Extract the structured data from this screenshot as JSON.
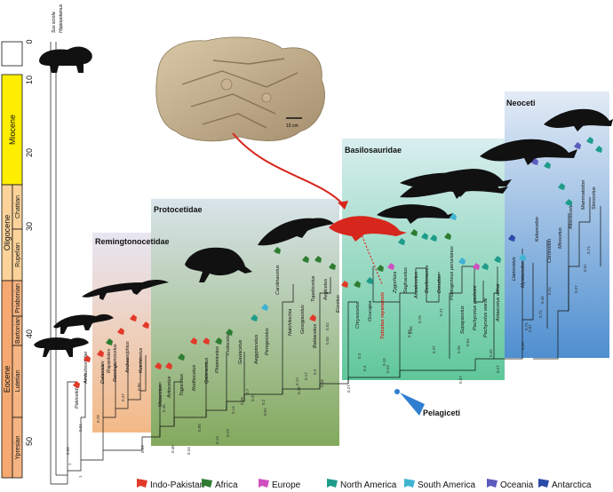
{
  "timescale": {
    "ticks": [
      "0",
      "10",
      "20",
      "30",
      "40",
      "50"
    ],
    "epochs": [
      "Miocene",
      "Oligocene",
      "Eocene"
    ],
    "stages": [
      "Chattian",
      "Rupelian",
      "Priabonian",
      "Bartonian",
      "Lutetian",
      "Ypresian"
    ]
  },
  "outgroups": [
    "Sus scrofa",
    "Hippopotamus"
  ],
  "groups": [
    "Remingtonocetidae",
    "Protocetidae",
    "Basilosauridae",
    "Neoceti",
    "Pelagiceti"
  ],
  "scale_bar": "10 cm",
  "taxa": {
    "pakicetidae": "Pakicetidae",
    "ambulocetidae": "Ambulocetidae",
    "dalanistes": "Dalanistes",
    "remingtonocetus": "Remingtonocetus",
    "rayanistes": "Rayanistes",
    "andrewsiphius": "Andrewsiphius",
    "kutchicetus": "Kutchicetus",
    "maiacetus": "Maiacetus",
    "artiocetus": "Artiocetus",
    "togocetus": "Togocetus",
    "rodhocetus": "Rodhocetus",
    "qaisracetus": "Qaisracetus",
    "phiomicetus": "Phiomicetus",
    "protocetus": "Protocetus",
    "gaviacetus": "Gaviacetus",
    "aegyptocetus": "Aegyptocetus",
    "peregocetus": "Peregocetus",
    "carolinacetus": "Carolinacetus",
    "natchitochia": "Natchitochia",
    "georgiacetus": "Georgiacetus",
    "babiacetus": "Babiacetus",
    "eocetus": "Eocetus",
    "tupelocetus": "Tupelocetus",
    "aegicetus": "Aegicetus",
    "chrysocetus": "Chrysocetus",
    "ocucajea": "Ocucajea",
    "tutcetus": "Tutcetus rayanensis",
    "zygorhiza": "Zygorhiza",
    "saghacetus": "Saghacetus",
    "ancalecetus": "Ancalecetus",
    "basilosaurus": "Basilosaurus",
    "dorudon": "Dorudon",
    "pontogeneus": "Pontogeneus peruvianus",
    "supayacetus": "Supayacetus",
    "pachycetus_paulsoni": "Pachycetus paulsoni",
    "pachycetus_wardii": "Pachycetus wardii",
    "antaecetus": "Antaecetus aithai",
    "llanocetus": "Llanocetus",
    "mystacodon": "Mystacodon",
    "kekenodon": "Kekenodon",
    "coronodon": "Coronodon",
    "mirocetus": "Mirocetus",
    "albertocetus": "Albertocetus",
    "mammalodon": "Mammalodon",
    "simocetus": "Simocetus"
  },
  "node_values": [
    "0.62",
    "1",
    "0.91",
    "1",
    "0.99",
    "0.78",
    "0.47",
    "0.86",
    "0.48",
    "0.24",
    "0.79",
    "0.45",
    "0.13",
    "0.88",
    "0.14",
    "0.78",
    "0.7",
    "0.2",
    "0.33",
    "0.07",
    "0.29",
    "0.18",
    "0.12",
    "0.17",
    "0.52",
    "0.58",
    "0.2",
    "0.27",
    "0.3",
    "0.3",
    "0.66",
    "0.66",
    "0.37",
    "0.47",
    "0.76",
    "0.19",
    "0.23",
    "0.25",
    "0.04",
    "0.35",
    "0.67",
    "0.27",
    "0.76",
    "0.65",
    "0.87",
    "0.72",
    "0.46",
    "0.24",
    "0.27",
    "0.51",
    "0.74"
  ],
  "legend": [
    {
      "label": "Indo-Pakistan",
      "color": "#e23a2a",
      "icon": "indo-pakistan-map-icon"
    },
    {
      "label": "Africa",
      "color": "#2e7d32",
      "icon": "africa-map-icon"
    },
    {
      "label": "Europe",
      "color": "#d14fc0",
      "icon": "europe-map-icon"
    },
    {
      "label": "North America",
      "color": "#1f9c8a",
      "icon": "north-america-map-icon"
    },
    {
      "label": "South America",
      "color": "#3fb3d2",
      "icon": "south-america-map-icon"
    },
    {
      "label": "Oceania",
      "color": "#5b5bbf",
      "icon": "oceania-map-icon"
    },
    {
      "label": "Antarctica",
      "color": "#2c4aa8",
      "icon": "antarctica-map-icon"
    }
  ],
  "colors": {
    "remingtonocetidae": "#f6c9a2",
    "protocetidae": "#8fae6a",
    "basilosauridae": "#86d4b2",
    "neoceti": "#6f9fd6",
    "highlight": "#d7261c"
  }
}
